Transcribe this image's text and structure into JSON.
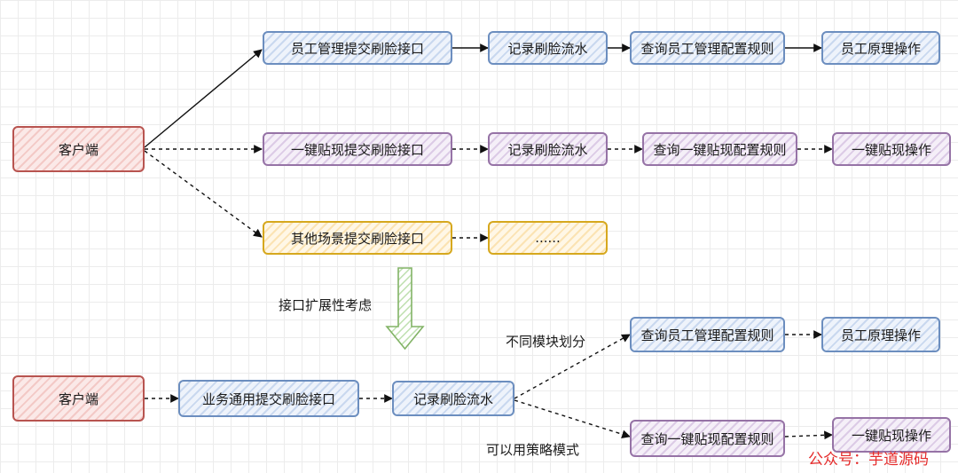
{
  "colors": {
    "client": "#b85450",
    "employee": "#6c8ebf",
    "one_key": "#9673a6",
    "other": "#d6a81e",
    "expand_arrow": "#82b366"
  },
  "top": {
    "client": "客户端",
    "row1": [
      "员工管理提交刷脸接口",
      "记录刷脸流水",
      "查询员工管理配置规则",
      "员工原理操作"
    ],
    "row2": [
      "一键贴现提交刷脸接口",
      "记录刷脸流水",
      "查询一键贴现配置规则",
      "一键贴现操作"
    ],
    "row3": [
      "其他场景提交刷脸接口",
      "......"
    ]
  },
  "transition_label": "接口扩展性考虑",
  "bottom": {
    "client": "客户端",
    "generic_api": "业务通用提交刷脸接口",
    "record": "记录刷脸流水",
    "split_label": "不同模块划分",
    "strategy_label": "可以用策略模式",
    "branch1": [
      "查询员工管理配置规则",
      "员工原理操作"
    ],
    "branch2": [
      "查询一键贴现配置规则",
      "一键贴现操作"
    ]
  },
  "watermark": "公众号：芋道源码"
}
